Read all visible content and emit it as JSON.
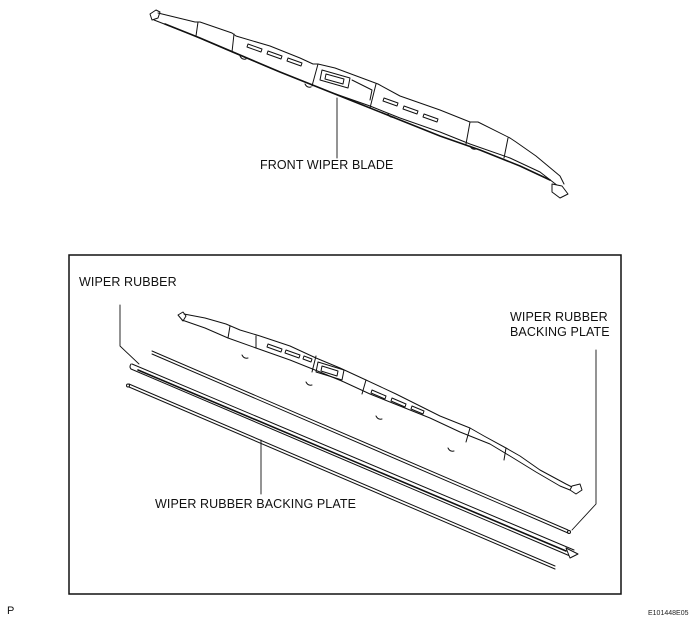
{
  "top_illustration": {
    "part_label": "FRONT WIPER BLADE"
  },
  "detail_box": {
    "labels": {
      "wiper_rubber": "WIPER RUBBER",
      "backing_plate_right_line1": "WIPER RUBBER",
      "backing_plate_right_line2": "BACKING PLATE",
      "backing_plate_bottom": "WIPER RUBBER BACKING PLATE"
    }
  },
  "footer": {
    "page_marker": "P",
    "figure_code": "E101448E05"
  },
  "colors": {
    "line": "#111111",
    "background": "#ffffff"
  }
}
